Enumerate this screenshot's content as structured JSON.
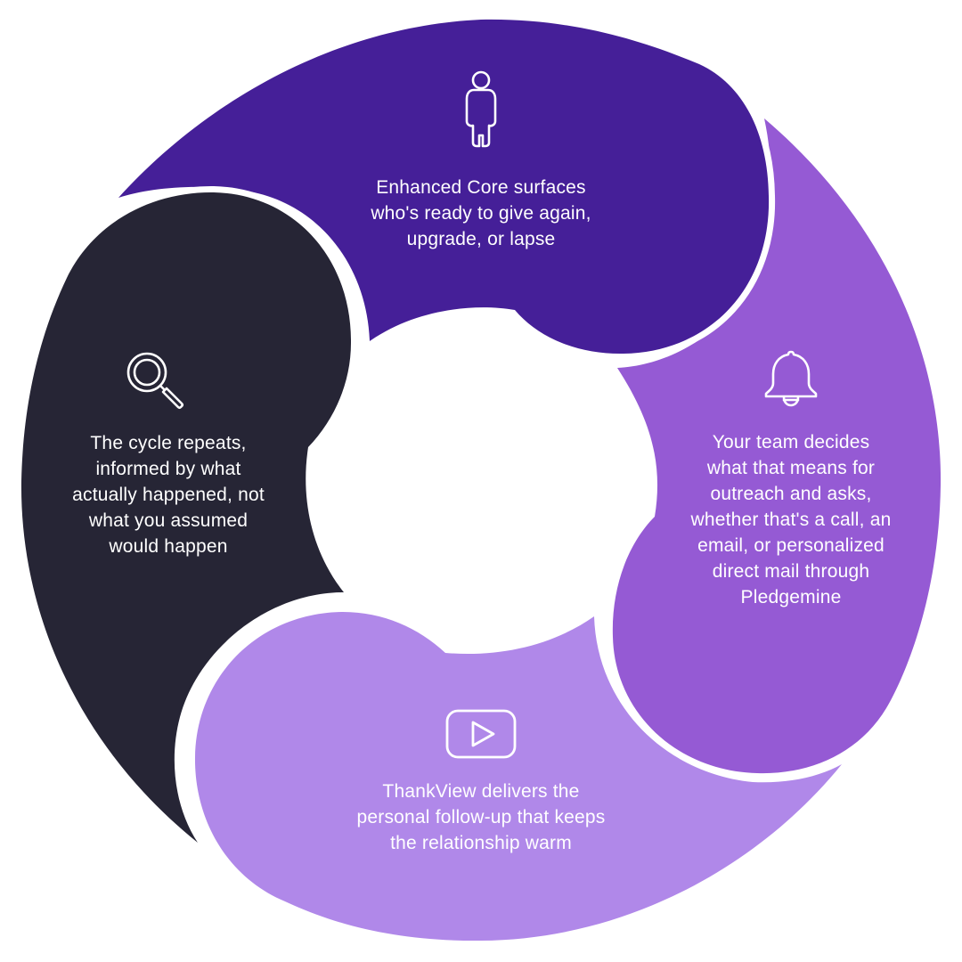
{
  "colors": {
    "background": "#ffffff",
    "segment_top": "#451f98",
    "segment_right": "#955ad4",
    "segment_bottom": "#b088e9",
    "segment_left": "#262535",
    "text": "#ffffff"
  },
  "segments": [
    {
      "id": "top",
      "icon": "person-icon",
      "lines": [
        "Enhanced Core surfaces",
        "who's ready to give again,",
        "upgrade, or lapse"
      ]
    },
    {
      "id": "right",
      "icon": "bell-icon",
      "lines": [
        "Your team decides",
        "what that means for",
        "outreach and asks,",
        "whether that's a call, an",
        "email, or personalized",
        "direct mail through",
        "Pledgemine"
      ]
    },
    {
      "id": "bottom",
      "icon": "video-play-icon",
      "lines": [
        "ThankView delivers the",
        "personal follow-up that keeps",
        "the relationship warm"
      ]
    },
    {
      "id": "left",
      "icon": "search-icon",
      "lines": [
        "The cycle repeats,",
        "informed by what",
        "actually happened, not",
        "what you assumed",
        "would happen"
      ]
    }
  ]
}
